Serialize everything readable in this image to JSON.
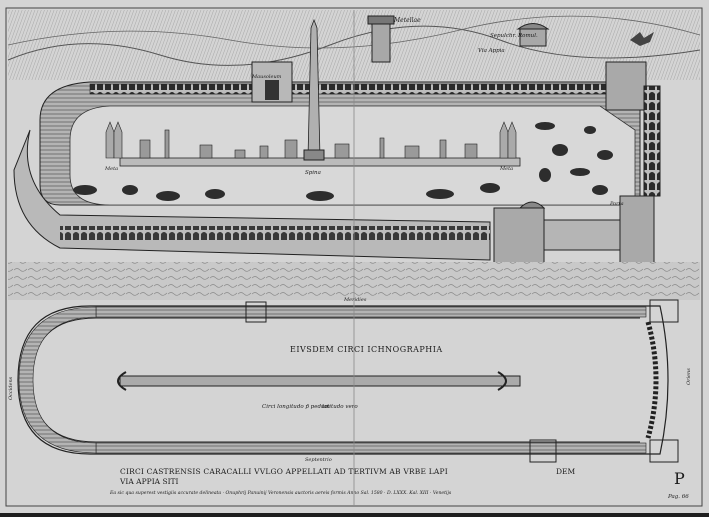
{
  "labels": {
    "metellae": "Metellae",
    "sepulchrum": "Sepulchr. Romul.",
    "via_appia": "Via Appia",
    "mausoleum": "Mausoleum",
    "spina": "Spina",
    "meta_left": "Meta",
    "meta_right": "Meta",
    "porta": "Porta",
    "meridies": "Meridies",
    "septentrio": "Septentrio",
    "oriens": "Oriens",
    "occidens": "Occidens"
  },
  "plan": {
    "heading": "EIVSDEM CIRCI ICHNOGRAPHIA",
    "length_note": "Circi longitudo p̄ pedum",
    "latitude_note": "latitudo vero"
  },
  "caption": {
    "line1_a": "CIRCI CASTRENSIS CARACALLI VVLGO APPELLATI AD TERTIVM AB VRBE LAPI",
    "line1_b": "DEM",
    "line2": "VIA APPIA SITI",
    "fine_print": "Ea sic qua superest vestigiis accurate delineata · Onuphrij Panuinij Veronensis auctoris aereis formis Anno Sal. 1580 · D. LXXX. Kal. XIII · Venetijs"
  },
  "corner": {
    "letter": "P",
    "page": "Pag. 66"
  }
}
